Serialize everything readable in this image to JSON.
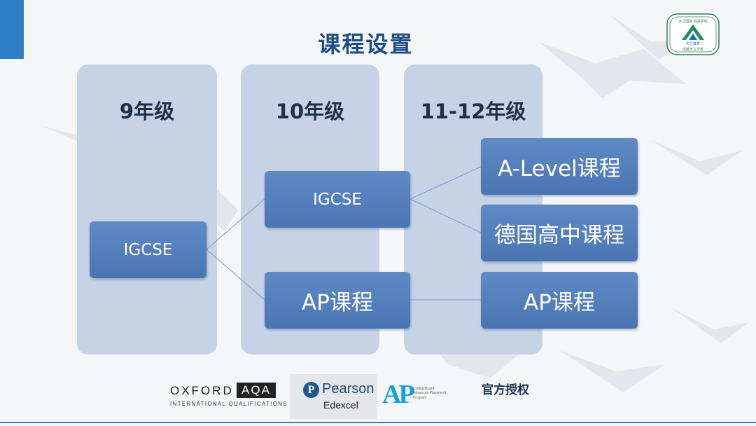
{
  "title": "课程设置",
  "columns": [
    {
      "label": "9年级"
    },
    {
      "label": "10年级"
    },
    {
      "label": "11-12年级"
    }
  ],
  "courses": {
    "g9_igcse": "IGCSE",
    "g10_igcse": "IGCSE",
    "g10_ap": "AP课程",
    "g11_alevel": "A-Level课程",
    "g11_german": "德国高中课程",
    "g11_ap": "AP课程"
  },
  "logo_text": {
    "top": "天立国际 双语学校",
    "center": "天立教育",
    "bottom": "成都天立学校"
  },
  "footer": {
    "oxford": "OXFORD",
    "aqa": "AQA",
    "oxford_sub": "INTERNATIONAL QUALIFICATIONS",
    "pearson_mark": "P",
    "pearson": "Pearson",
    "edexcel": "Edexcel",
    "ap_mark": "AP",
    "ap_lines": [
      "CollegeBoard",
      "Advanced Placement",
      "Program"
    ],
    "authorized": "官方授权"
  },
  "colors": {
    "accent": "#2f7fc4",
    "column_fill": "#c6d3e6",
    "box_fill": "#4f7ab7",
    "title": "#1f4e86"
  }
}
